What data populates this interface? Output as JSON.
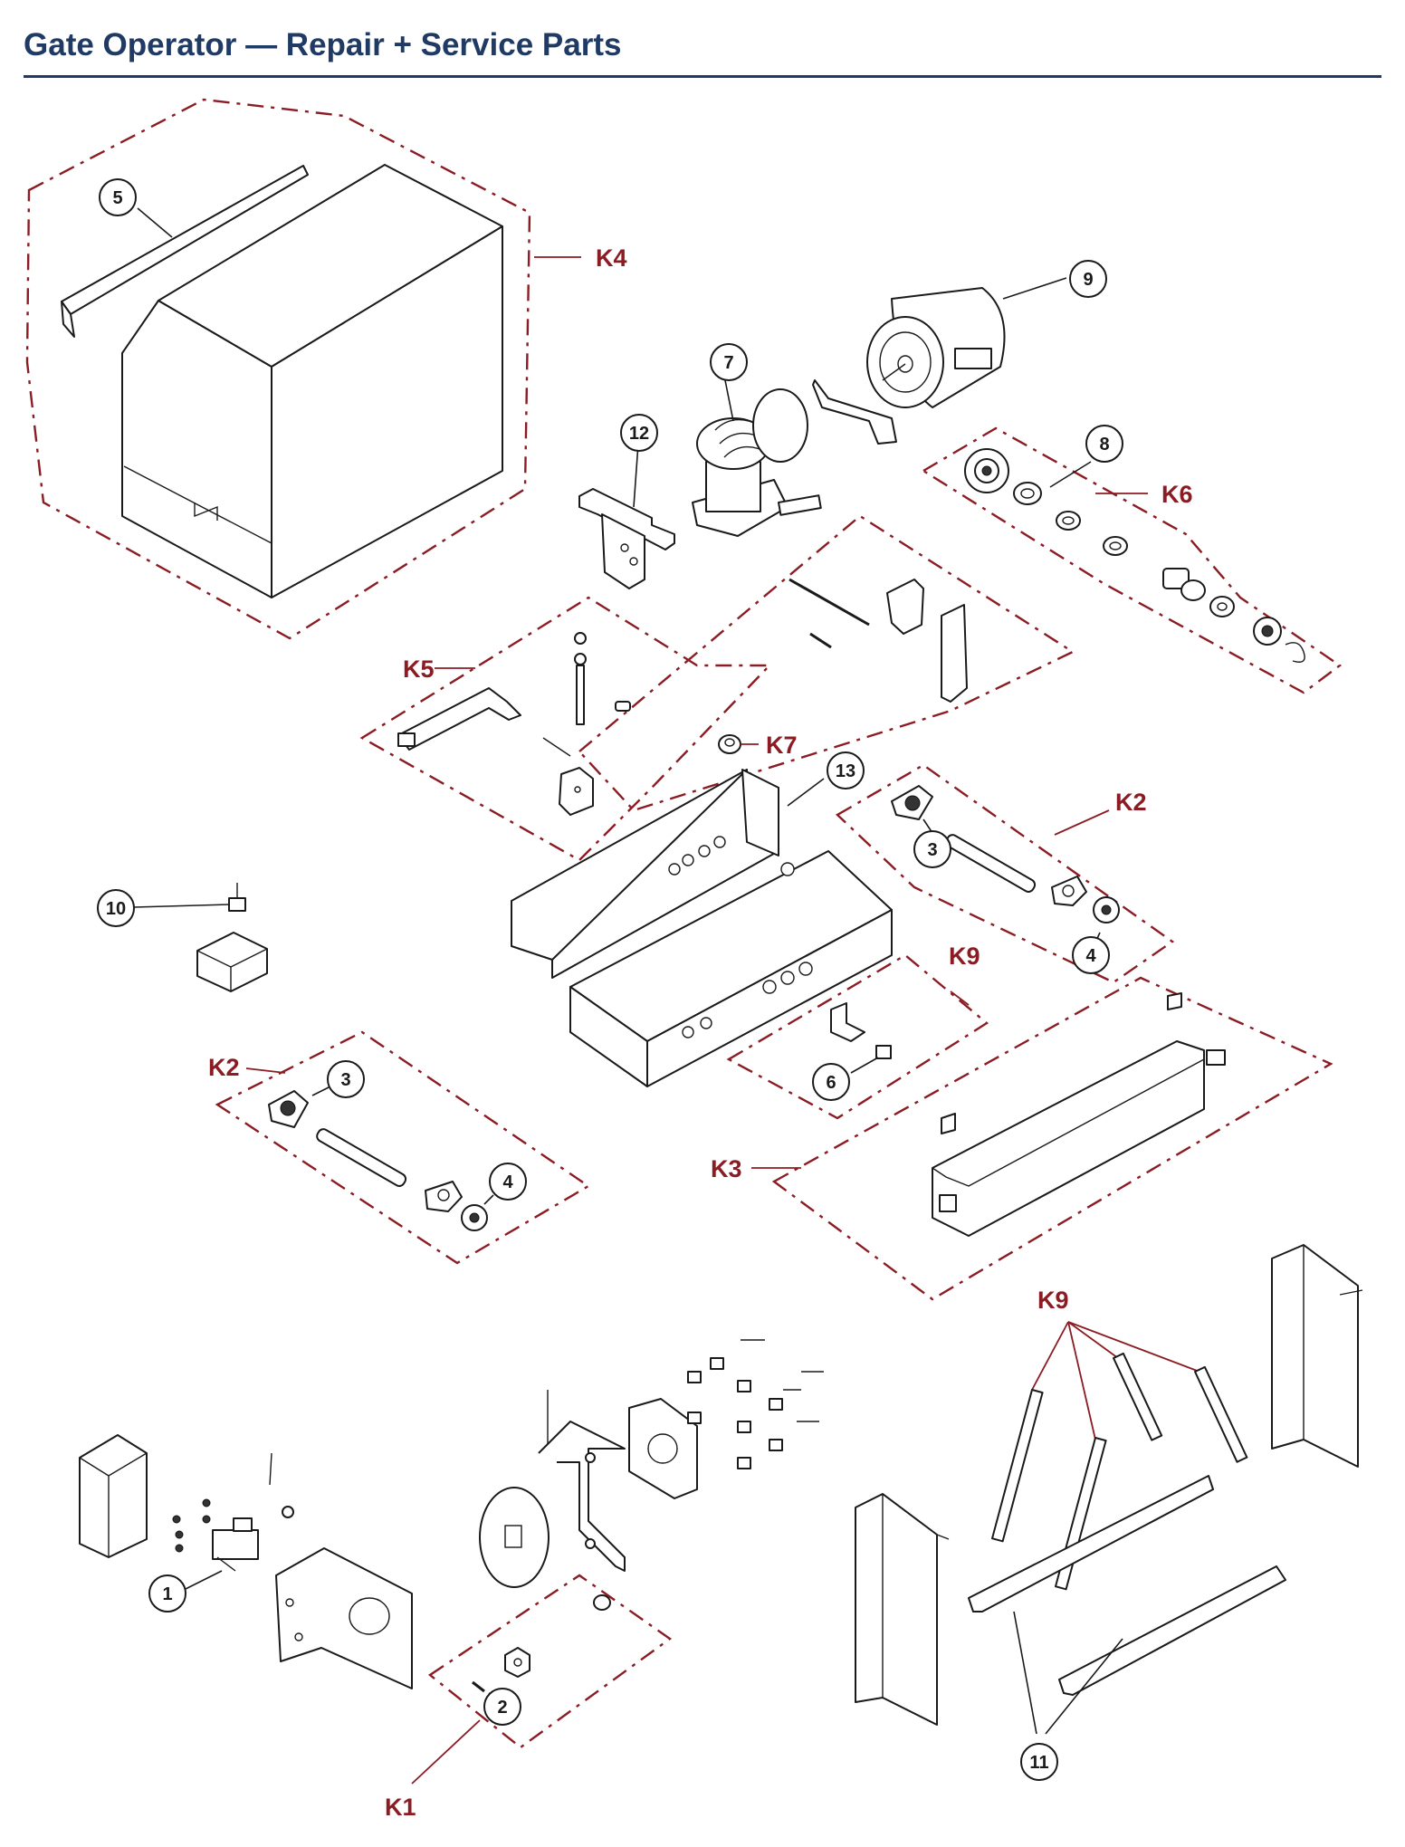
{
  "page": {
    "title": "Gate Operator — Repair + Service Parts"
  },
  "parts": {
    "p1": "1",
    "p2": "2",
    "p3a": "3",
    "p3b": "3",
    "p4a": "4",
    "p4b": "4",
    "p5": "5",
    "p6": "6",
    "p7": "7",
    "p8": "8",
    "p9": "9",
    "p10": "10",
    "p11": "11",
    "p12": "12",
    "p13": "13"
  },
  "kits": {
    "k1": "K1",
    "k2a": "K2",
    "k2b": "K2",
    "k3": "K3",
    "k4": "K4",
    "k5": "K5",
    "k6": "K6",
    "k7": "K7",
    "k9a": "K9",
    "k9b": "K9"
  },
  "colors": {
    "title": "#1f3a64",
    "kit_outline": "#8b1c23",
    "line_art": "#1a1a1a"
  }
}
